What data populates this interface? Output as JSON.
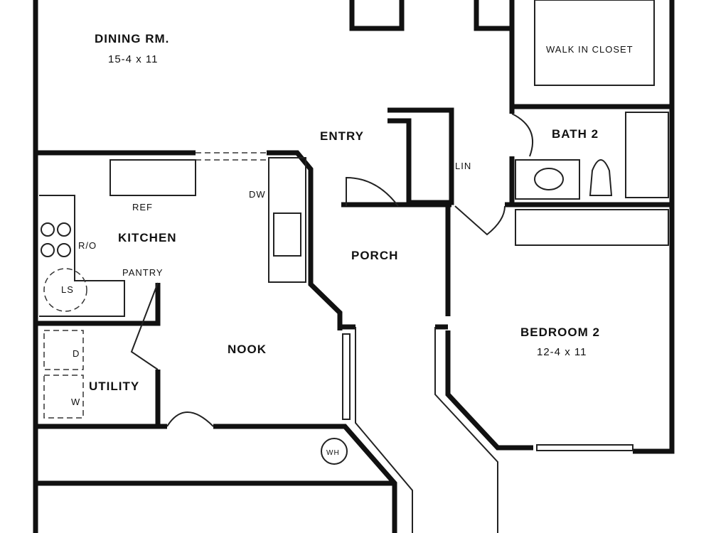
{
  "rooms": {
    "dining": {
      "name": "DINING RM.",
      "size": "15-4 x 11"
    },
    "walk_in_closet": {
      "name": "WALK IN CLOSET"
    },
    "entry": {
      "name": "ENTRY"
    },
    "bath2": {
      "name": "BATH 2"
    },
    "linen": {
      "name": "LIN"
    },
    "kitchen": {
      "name": "KITCHEN"
    },
    "porch": {
      "name": "PORCH"
    },
    "nook": {
      "name": "NOOK"
    },
    "utility": {
      "name": "UTILITY"
    },
    "bedroom2": {
      "name": "BEDROOM 2",
      "size": "12-4 x 11"
    }
  },
  "fixtures": {
    "dishwasher": "DW",
    "refrigerator": "REF",
    "range_oven": "R/O",
    "pantry": "PANTRY",
    "lazy_susan": "LS",
    "dryer": "D",
    "washer": "W",
    "water_heater": "WH"
  }
}
